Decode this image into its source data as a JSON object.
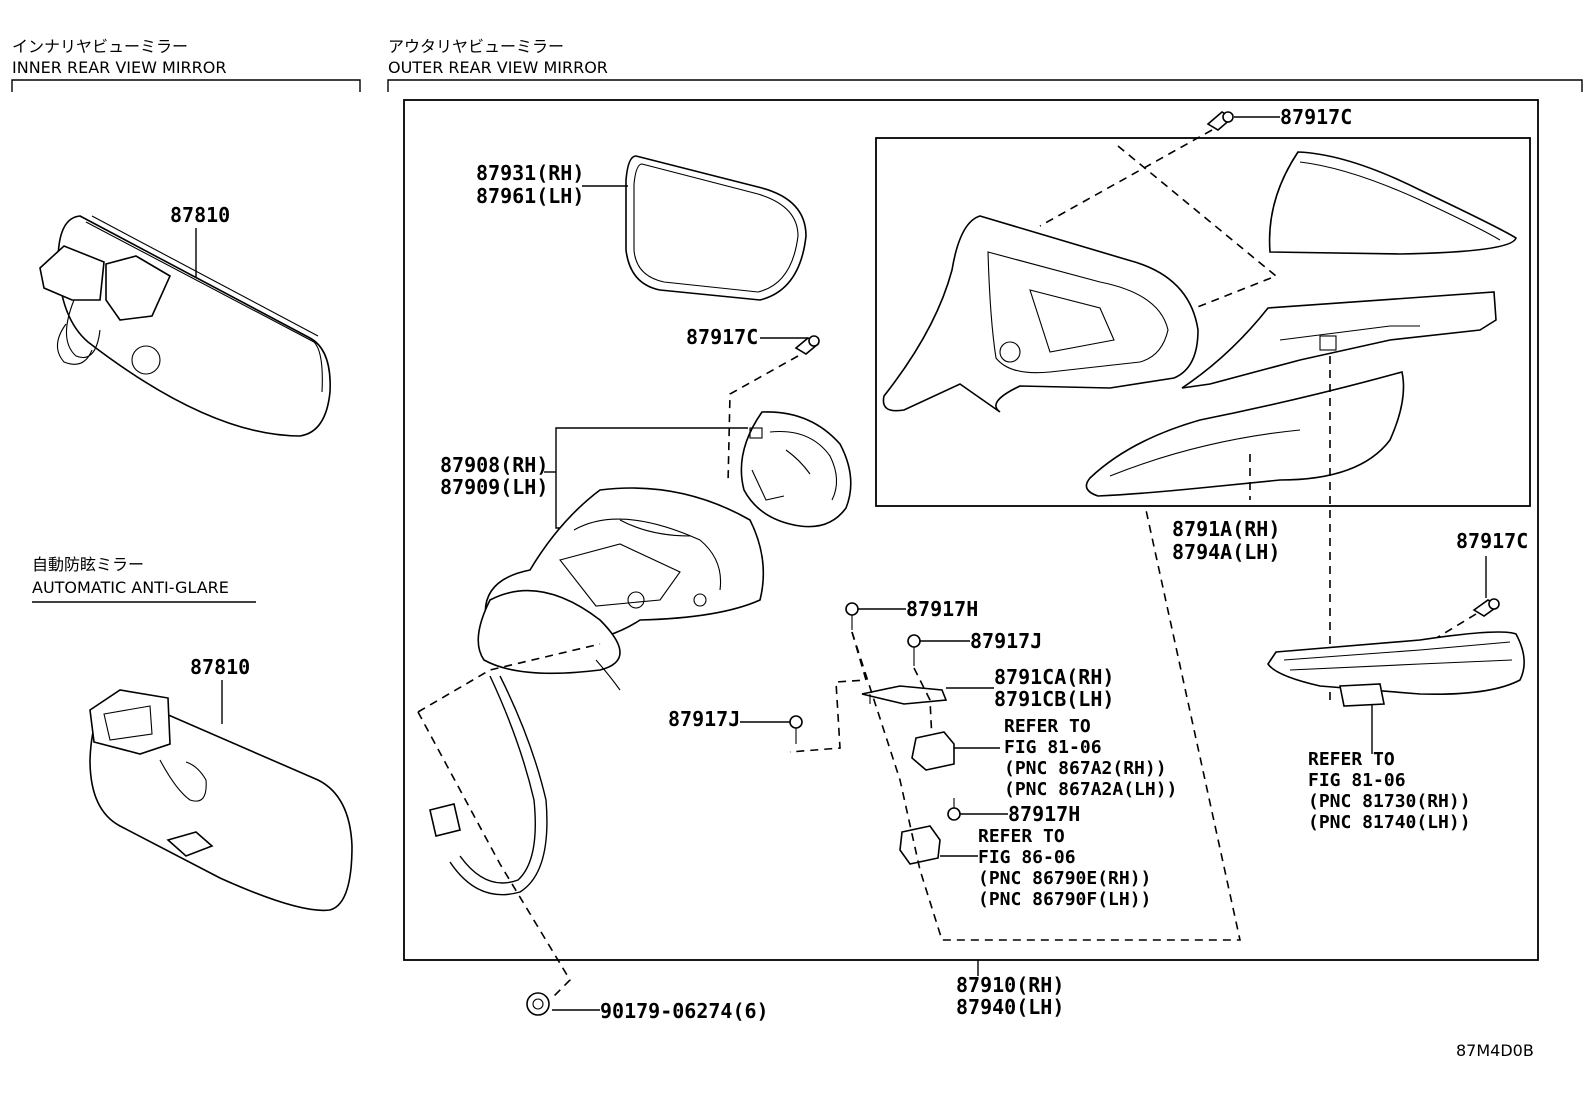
{
  "sections": {
    "inner_jp": "インナリヤビューミラー",
    "inner_en": "INNER REAR VIEW MIRROR",
    "outer_jp": "アウタリヤビューミラー",
    "outer_en": "OUTER REAR VIEW MIRROR",
    "auto_jp": "自動防眩ミラー",
    "auto_en": "AUTOMATIC ANTI-GLARE"
  },
  "parts": {
    "p87810_a": "87810",
    "p87810_b": "87810",
    "p87931": "87931(RH)",
    "p87961": "87961(LH)",
    "p87917c_top": "87917C",
    "p87917c_mid": "87917C",
    "p87917c_right": "87917C",
    "p87908": "87908(RH)",
    "p87909": "87909(LH)",
    "p8791a": "8791A(RH)",
    "p8794a": "8794A(LH)",
    "p87917h_a": "87917H",
    "p87917j_a": "87917J",
    "p8791ca": "8791CA(RH)",
    "p8791cb": "8791CB(LH)",
    "p87917j_b": "87917J",
    "p87917h_b": "87917H",
    "p87910": "87910(RH)",
    "p87940": "87940(LH)",
    "p90179": "90179-06274(6)"
  },
  "refs": {
    "ref1": [
      "REFER TO",
      "FIG 81-06",
      "(PNC 867A2(RH))",
      "(PNC 867A2A(LH))"
    ],
    "ref2": [
      "REFER TO",
      "FIG 86-06",
      "(PNC 86790E(RH))",
      "(PNC 86790F(LH))"
    ],
    "ref3": [
      "REFER TO",
      "FIG 81-06",
      "(PNC 81730(RH))",
      "(PNC 81740(LH))"
    ]
  },
  "diagram_code": "87M4D0B"
}
